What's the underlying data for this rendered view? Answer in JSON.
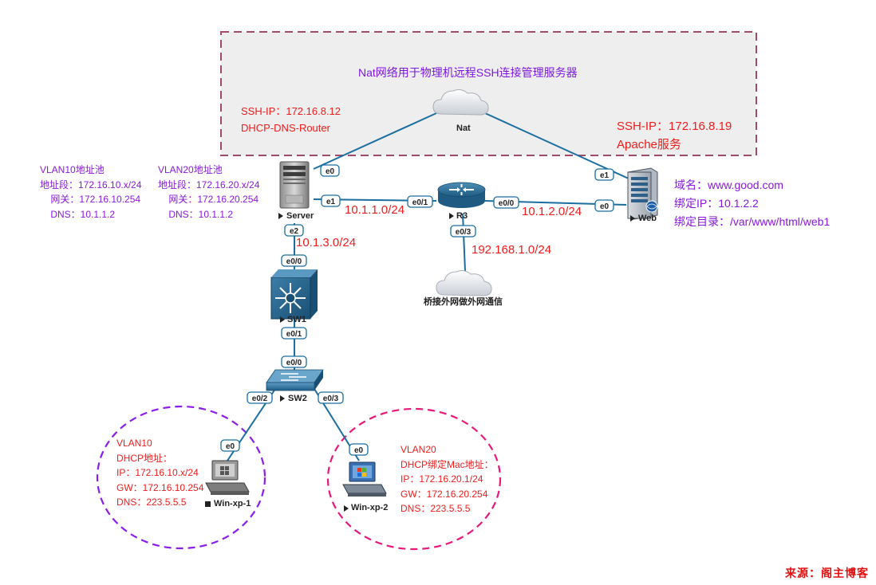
{
  "nat_box": {
    "title": "Nat网络用于物理机远程SSH连接管理服务器"
  },
  "devices": {
    "nat": "Nat",
    "server": "Server",
    "r3": "R3",
    "web": "Web",
    "sw1": "SW1",
    "sw2": "SW2",
    "bridge_cloud": "桥接外网做外网通信",
    "winxp1": "Win-xp-1",
    "winxp2": "Win-xp-2"
  },
  "ports": {
    "server_e0": "e0",
    "server_e1": "e1",
    "server_e2": "e2",
    "r3_e0_1": "e0/1",
    "r3_e0_0": "e0/0",
    "r3_e0_3": "e0/3",
    "web_e1": "e1",
    "web_e0": "e0",
    "sw1_e0_0": "e0/0",
    "sw1_e0_1": "e0/1",
    "sw2_e0_0": "e0/0",
    "sw2_e0_2": "e0/2",
    "sw2_e0_3": "e0/3",
    "winxp1_e0": "e0",
    "winxp2_e0": "e0"
  },
  "subnets": {
    "server_r3": "10.1.1.0/24",
    "r3_web": "10.1.2.0/24",
    "server_sw1": "10.1.3.0/24",
    "r3_bridge": "192.168.1.0/24"
  },
  "notes": {
    "server_ssh": [
      "SSH-IP：172.16.8.12",
      "DHCP-DNS-Router"
    ],
    "web_ssh": [
      "SSH-IP：172.16.8.19",
      "Apache服务"
    ],
    "vlan10_pool": [
      "VLAN10地址池",
      "地址段：172.16.10.x/24",
      "    网关：172.16.10.254",
      "    DNS：10.1.1.2"
    ],
    "vlan20_pool": [
      "VLAN20地址池",
      "地址段：172.16.20.x/24",
      "    网关：172.16.20.254",
      "    DNS：10.1.1.2"
    ],
    "web_info": [
      "域名：www.good.com",
      "绑定IP：10.1.2.2",
      "绑定目录：/var/www/html/web1"
    ],
    "vlan10_client": [
      "VLAN10",
      "DHCP地址：",
      "IP：172.16.10.x/24",
      "GW：172.16.10.254",
      "DNS：223.5.5.5"
    ],
    "vlan20_client": [
      "VLAN20",
      "DHCP绑定Mac地址：",
      "IP：172.16.20.1/24",
      "GW：172.16.20.254",
      "DNS：223.5.5.5"
    ]
  },
  "source": "来源：阁主博客",
  "colors": {
    "link": "#1a6ea0",
    "nat_box_border": "#a04a6a",
    "nat_box_fill": "#efeeee",
    "vlan10_circle": "#8a1ee8",
    "vlan20_circle": "#e8187a",
    "note_red": "#ee1c1c",
    "note_purple": "#8a18dc"
  }
}
